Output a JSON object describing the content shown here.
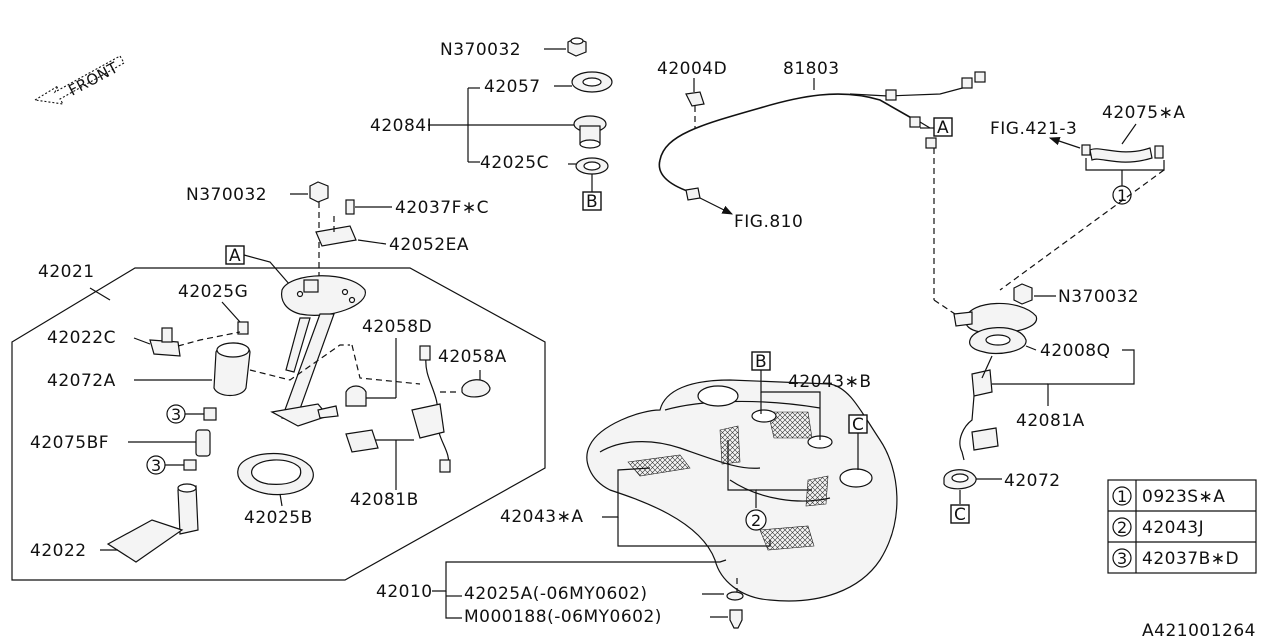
{
  "diagram": {
    "front_label": "FRONT",
    "part_labels": {
      "n370032_top": "N370032",
      "p42057": "42057",
      "p42084i": "42084I",
      "p42025c": "42025C",
      "ref_b_top": "B",
      "p42004d": "42004D",
      "p81803": "81803",
      "ref_a_harness": "A",
      "fig_421_3": "FIG.421-3",
      "p42075a": "42075∗A",
      "circle_1_top": "1",
      "fig_810": "FIG.810",
      "n370032_mid": "N370032",
      "p42037fc": "42037F∗C",
      "p42052ea": "42052EA",
      "ref_a_left": "A",
      "p42021": "42021",
      "p42025g": "42025G",
      "p42058d": "42058D",
      "p42022c": "42022C",
      "p42058a": "42058A",
      "p42072a": "42072A",
      "circle_3_a": "3",
      "p42075bf": "42075BF",
      "circle_3_b": "3",
      "p42081b": "42081B",
      "p42025b": "42025B",
      "p42022": "42022",
      "ref_b_tank": "B",
      "p42043b": "42043∗B",
      "ref_c_tank": "C",
      "n370032_right": "N370032",
      "p42008q": "42008Q",
      "p42081a": "42081A",
      "p42072": "42072",
      "ref_c_right": "C",
      "p42043a": "42043∗A",
      "circle_2_tank": "2",
      "p42010": "42010",
      "p42025a": "42025A(-06MY0602)",
      "m000188": "M000188(-06MY0602)"
    },
    "legend": [
      {
        "key": "1",
        "part": "0923S∗A"
      },
      {
        "key": "2",
        "part": "42043J"
      },
      {
        "key": "3",
        "part": "42037B∗D"
      }
    ],
    "diagram_id": "A421001264"
  }
}
